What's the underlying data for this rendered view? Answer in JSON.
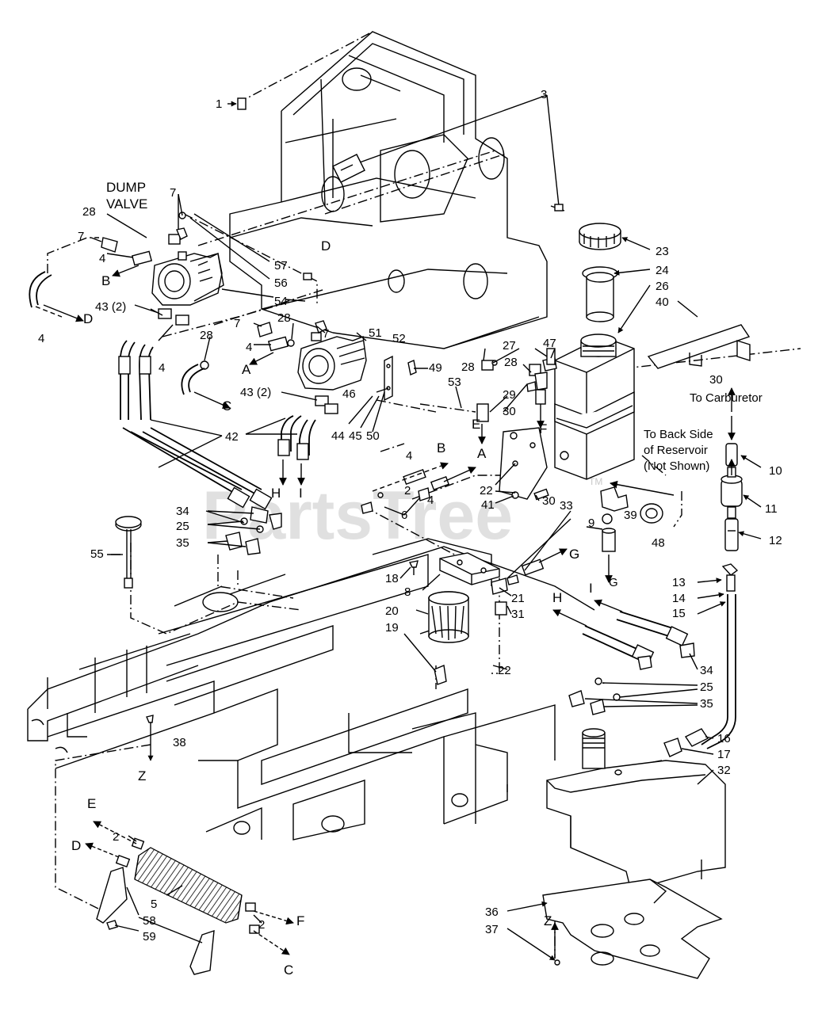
{
  "watermark": {
    "text": "PartsTree",
    "tm": "TM"
  },
  "callouts": {
    "dump_valve_1": "DUMP",
    "dump_valve_2": "VALVE",
    "to_carburetor": "To Carburetor",
    "back_side_1": "To Back Side",
    "back_side_2": "of Reservoir",
    "back_side_3": "(Not Shown)"
  },
  "part_numbers": [
    "1",
    "2",
    "3",
    "4",
    "5",
    "6",
    "7",
    "8",
    "9",
    "10",
    "11",
    "12",
    "13",
    "14",
    "15",
    "16",
    "17",
    "18",
    "19",
    "20",
    "21",
    "22",
    "23",
    "24",
    "25",
    "26",
    "27",
    "28",
    "29",
    "30",
    "31",
    "32",
    "33",
    "34",
    "35",
    "36",
    "37",
    "38",
    "39",
    "40",
    "41",
    "42",
    "43 (2)",
    "44",
    "45",
    "46",
    "47",
    "48",
    "49",
    "50",
    "51",
    "52",
    "53",
    "54",
    "55",
    "56",
    "57",
    "58",
    "59"
  ],
  "flow_letters": [
    "A",
    "B",
    "C",
    "D",
    "E",
    "F",
    "G",
    "H",
    "I",
    "Z"
  ],
  "labels": [
    {
      "id": "l1",
      "t": "1"
    },
    {
      "id": "l3",
      "t": "3"
    },
    {
      "id": "l7a",
      "t": "7"
    },
    {
      "id": "l28a",
      "t": "28"
    },
    {
      "id": "l7b",
      "t": "7"
    },
    {
      "id": "l4a",
      "t": "4"
    },
    {
      "id": "lB1",
      "t": "B"
    },
    {
      "id": "lD1",
      "t": "D"
    },
    {
      "id": "l4b",
      "t": "4"
    },
    {
      "id": "lD2",
      "t": "D"
    },
    {
      "id": "l43a",
      "t": "43 (2)"
    },
    {
      "id": "l57",
      "t": "57"
    },
    {
      "id": "l56",
      "t": "56"
    },
    {
      "id": "l54",
      "t": "54"
    },
    {
      "id": "l7c",
      "t": "7"
    },
    {
      "id": "l28b",
      "t": "28"
    },
    {
      "id": "l7d",
      "t": "7"
    },
    {
      "id": "l4c",
      "t": "4"
    },
    {
      "id": "lA1",
      "t": "A"
    },
    {
      "id": "l28c",
      "t": "28"
    },
    {
      "id": "l4d",
      "t": "4"
    },
    {
      "id": "lC1",
      "t": "C"
    },
    {
      "id": "l43b",
      "t": "43 (2)"
    },
    {
      "id": "l51",
      "t": "51"
    },
    {
      "id": "l52",
      "t": "52"
    },
    {
      "id": "l49",
      "t": "49"
    },
    {
      "id": "l46",
      "t": "46"
    },
    {
      "id": "l44",
      "t": "44"
    },
    {
      "id": "l45",
      "t": "45"
    },
    {
      "id": "l50",
      "t": "50"
    },
    {
      "id": "l53",
      "t": "53"
    },
    {
      "id": "l42",
      "t": "42"
    },
    {
      "id": "lH1",
      "t": "H"
    },
    {
      "id": "lI1",
      "t": "I"
    },
    {
      "id": "l23",
      "t": "23"
    },
    {
      "id": "l24",
      "t": "24"
    },
    {
      "id": "l26",
      "t": "26"
    },
    {
      "id": "l40",
      "t": "40"
    },
    {
      "id": "l27",
      "t": "27"
    },
    {
      "id": "l47",
      "t": "47"
    },
    {
      "id": "l28d",
      "t": "28"
    },
    {
      "id": "l28e",
      "t": "28"
    },
    {
      "id": "l29",
      "t": "29"
    },
    {
      "id": "l30a",
      "t": "30"
    },
    {
      "id": "lE1",
      "t": "E"
    },
    {
      "id": "lF1",
      "t": "F"
    },
    {
      "id": "l30b",
      "t": "30"
    },
    {
      "id": "l10",
      "t": "10"
    },
    {
      "id": "l11",
      "t": "11"
    },
    {
      "id": "l12",
      "t": "12"
    },
    {
      "id": "l4e",
      "t": "4"
    },
    {
      "id": "lB2",
      "t": "B"
    },
    {
      "id": "lA2",
      "t": "A"
    },
    {
      "id": "l2a",
      "t": "2"
    },
    {
      "id": "l4f",
      "t": "4"
    },
    {
      "id": "l22a",
      "t": "22"
    },
    {
      "id": "l41",
      "t": "41"
    },
    {
      "id": "l6",
      "t": "6"
    },
    {
      "id": "l30c",
      "t": "30"
    },
    {
      "id": "l33",
      "t": "33"
    },
    {
      "id": "l39",
      "t": "39"
    },
    {
      "id": "l48",
      "t": "48"
    },
    {
      "id": "l9",
      "t": "9"
    },
    {
      "id": "lG1",
      "t": "G"
    },
    {
      "id": "lG2",
      "t": "G"
    },
    {
      "id": "l34a",
      "t": "34"
    },
    {
      "id": "l25a",
      "t": "25"
    },
    {
      "id": "l35a",
      "t": "35"
    },
    {
      "id": "l55",
      "t": "55"
    },
    {
      "id": "l18",
      "t": "18"
    },
    {
      "id": "l8",
      "t": "8"
    },
    {
      "id": "l20",
      "t": "20"
    },
    {
      "id": "l19",
      "t": "19"
    },
    {
      "id": "l21",
      "t": "21"
    },
    {
      "id": "l31",
      "t": "31"
    },
    {
      "id": "l13",
      "t": "13"
    },
    {
      "id": "l14",
      "t": "14"
    },
    {
      "id": "l15",
      "t": "15"
    },
    {
      "id": "lH2",
      "t": "H"
    },
    {
      "id": "lI2",
      "t": "I"
    },
    {
      "id": "l34b",
      "t": "34"
    },
    {
      "id": "l25b",
      "t": "25"
    },
    {
      "id": "l35b",
      "t": "35"
    },
    {
      "id": "l22b",
      "t": "22"
    },
    {
      "id": "l38",
      "t": "38"
    },
    {
      "id": "lZ1",
      "t": "Z"
    },
    {
      "id": "l16",
      "t": "16"
    },
    {
      "id": "l17",
      "t": "17"
    },
    {
      "id": "l32",
      "t": "32"
    },
    {
      "id": "lE2",
      "t": "E"
    },
    {
      "id": "lD3",
      "t": "D"
    },
    {
      "id": "l2b",
      "t": "2"
    },
    {
      "id": "l5",
      "t": "5"
    },
    {
      "id": "l58",
      "t": "58"
    },
    {
      "id": "l59",
      "t": "59"
    },
    {
      "id": "l2c",
      "t": "2"
    },
    {
      "id": "lF2",
      "t": "F"
    },
    {
      "id": "lC2",
      "t": "C"
    },
    {
      "id": "l36",
      "t": "36"
    },
    {
      "id": "l37",
      "t": "37"
    },
    {
      "id": "lZ2",
      "t": "Z"
    }
  ]
}
